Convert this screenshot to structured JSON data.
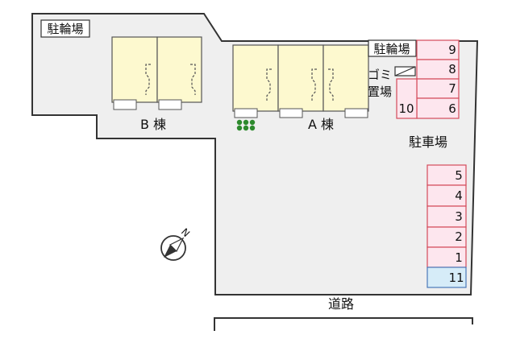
{
  "labels": {
    "bike_parking_1": "駐輪場",
    "bike_parking_2": "駐輪場",
    "building_b": "B 棟",
    "building_a": "A 棟",
    "garbage_line1": "ゴミ",
    "garbage_line2": "置場",
    "car_parking": "駐車場",
    "road": "道路",
    "compass_n": "N"
  },
  "parking_slots": {
    "top_block": [
      "9",
      "8",
      "7",
      "6",
      "10"
    ],
    "right_block": [
      "5",
      "4",
      "3",
      "2",
      "1",
      "11"
    ]
  },
  "colors": {
    "site_fill": "#efefef",
    "site_stroke": "#333333",
    "building_fill": "#fdf9cf",
    "slot_fill": "#fde6ee",
    "slot_stroke": "#d44a5a",
    "slot_special_fill": "#d6ecf8",
    "slot_special_stroke": "#4a78b8",
    "tree": "#2d8a2d"
  }
}
